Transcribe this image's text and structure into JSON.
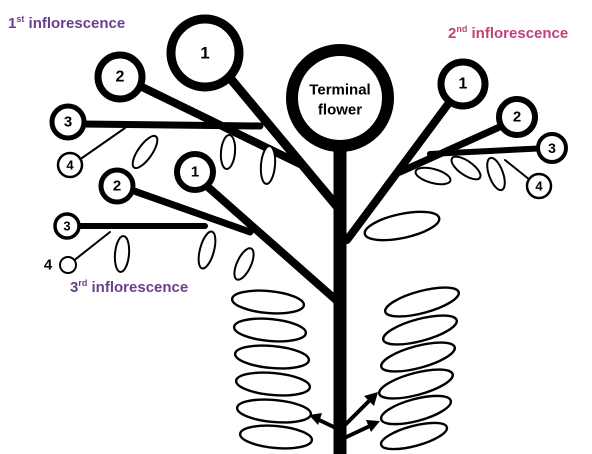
{
  "labels": {
    "inflorescence_1_num": "1",
    "inflorescence_1_sup": "st",
    "inflorescence_1_text": " inflorescence",
    "inflorescence_2_num": "2",
    "inflorescence_2_sup": "nd",
    "inflorescence_2_text": " inflorescence",
    "inflorescence_3_num": "3",
    "inflorescence_3_sup": "rd",
    "inflorescence_3_text": " inflorescence",
    "terminal_line1": "Terminal",
    "terminal_line2": "flower"
  },
  "nodes": {
    "first": [
      "1",
      "2",
      "3",
      "4"
    ],
    "second": [
      "1",
      "2",
      "3",
      "4"
    ],
    "third": [
      "1",
      "2",
      "3",
      "4"
    ]
  },
  "colors": {
    "first_label": "#6b3f8f",
    "second_label": "#c2407a",
    "third_label": "#6b3f8f",
    "lines": "#000000"
  }
}
